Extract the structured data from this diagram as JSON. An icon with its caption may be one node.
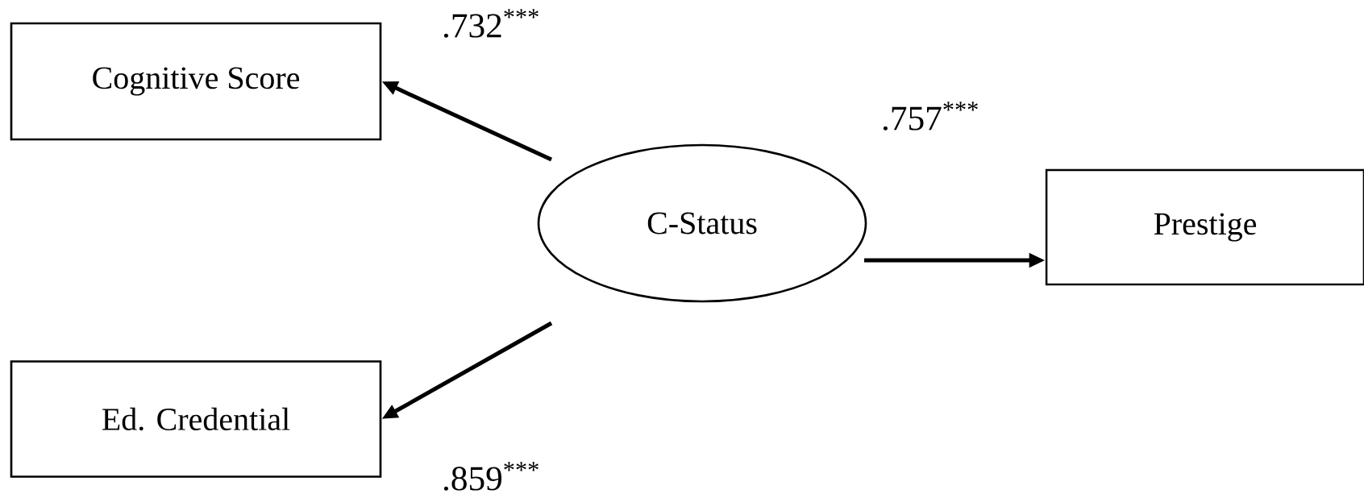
{
  "diagram": {
    "nodes": [
      {
        "text": [
          "Cognitive Score"
        ]
      },
      {
        "text": [
          "C-Status"
        ]
      },
      {
        "text": [
          "Prestige"
        ]
      },
      {
        "text": [
          "Ed. Credential"
        ]
      }
    ],
    "edges": [
      {
        "from": 1,
        "to": 0,
        "arrow": "to",
        "label": ".732$^{***}$"
      },
      {
        "from": 1,
        "to": 2,
        "arrow": "to",
        "label": ".757$^{***}$"
      },
      {
        "from": 1,
        "to": 3,
        "arrow": "to",
        "label": ".859$^{***}$"
      }
    ]
  }
}
